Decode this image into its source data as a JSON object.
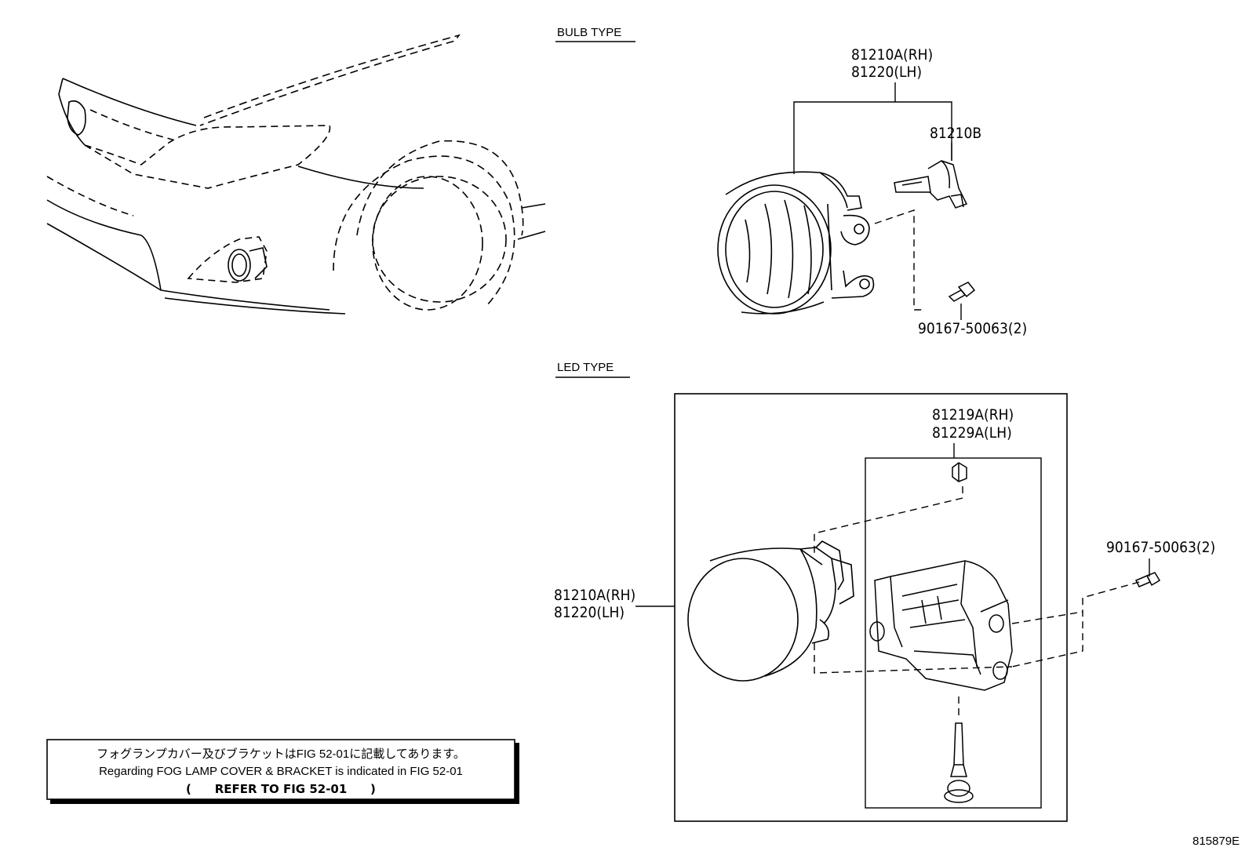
{
  "sections": {
    "bulb": {
      "title": "BULB TYPE",
      "lamp_rh": "81210A(RH)",
      "lamp_lh": "81220(LH)",
      "bulb": "81210B",
      "screw": "90167-50063(2)"
    },
    "led": {
      "title": "LED TYPE",
      "lamp_rh": "81210A(RH)",
      "lamp_lh": "81220(LH)",
      "bracket_rh": "81219A(RH)",
      "bracket_lh": "81229A(LH)",
      "screw": "90167-50063(2)"
    }
  },
  "note": {
    "line_jp": "フォグランプカバー及びブラケットはFIG 52-01に記載してあります。",
    "line_en": "Regarding FOG LAMP COVER & BRACKET is indicated in FIG 52-01",
    "line_ref_open": "(",
    "line_ref": "REFER TO FIG 52-01",
    "line_ref_close": ")"
  },
  "figure_id": "815879E"
}
